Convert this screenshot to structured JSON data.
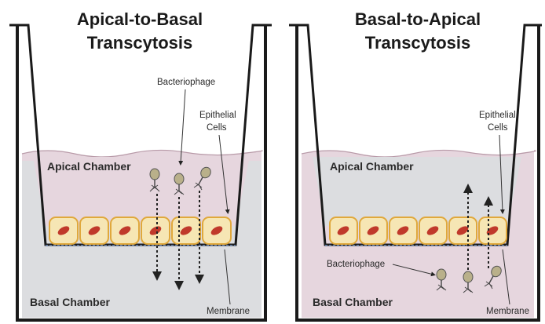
{
  "left": {
    "title_line1": "Apical-to-Basal",
    "title_line2": "Transcytosis",
    "bacteriophage": "Bacteriophage",
    "epithelial_line1": "Epithelial",
    "epithelial_line2": "Cells",
    "apical": "Apical Chamber",
    "basal": "Basal Chamber",
    "membrane": "Membrane"
  },
  "right": {
    "title_line1": "Basal-to-Apical",
    "title_line2": "Transcytosis",
    "bacteriophage": "Bacteriophage",
    "epithelial_line1": "Epithelial",
    "epithelial_line2": "Cells",
    "apical": "Apical Chamber",
    "basal": "Basal Chamber",
    "membrane": "Membrane"
  },
  "colors": {
    "pink": "#e6d6de",
    "gray": "#dcdde0",
    "cell_fill": "#f6e6b4",
    "cell_stroke": "#e0a83c",
    "nucleus": "#c0392b",
    "phage": "#b9b08a"
  }
}
